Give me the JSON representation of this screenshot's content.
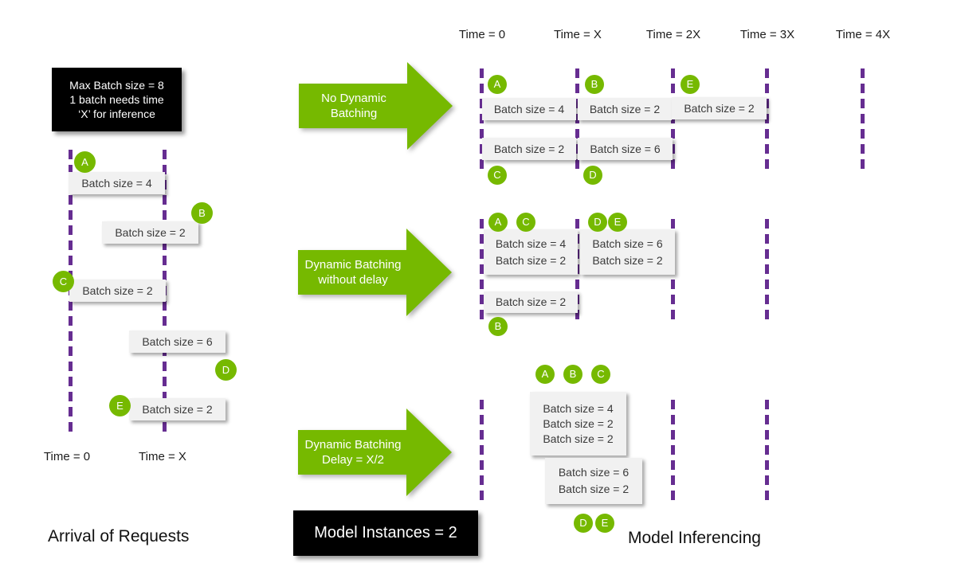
{
  "colors": {
    "nvidia_green": "#76B900",
    "timeline_purple": "#662D91",
    "batch_box_gray": "#F1F1F1",
    "info_box_black": "#000000"
  },
  "left_panel": {
    "info_box": {
      "line1": "Max Batch size = 8",
      "line2": "1 batch needs time",
      "line3": "‘X’ for inference"
    },
    "time_labels": {
      "t0": "Time = 0",
      "tx": "Time = X"
    },
    "title": "Arrival of Requests",
    "requests": [
      {
        "id": "A",
        "label": "Batch size = 4"
      },
      {
        "id": "B",
        "label": "Batch size = 2"
      },
      {
        "id": "C",
        "label": "Batch size = 2"
      },
      {
        "id": "D",
        "label": "Batch size = 6"
      },
      {
        "id": "E",
        "label": "Batch size = 2"
      }
    ]
  },
  "arrows": [
    {
      "line1": "No Dynamic",
      "line2": "Batching"
    },
    {
      "line1": "Dynamic Batching",
      "line2": "without delay"
    },
    {
      "line1": "Dynamic Batching",
      "line2": "Delay = X/2"
    }
  ],
  "right_panel": {
    "time_labels": [
      "Time = 0",
      "Time = X",
      "Time = 2X",
      "Time = 3X",
      "Time = 4X"
    ],
    "title": "Model Inferencing",
    "model_instances_label": "Model Instances = 2",
    "no_dynamic": {
      "row1": [
        {
          "id": "A",
          "label": "Batch size = 4"
        },
        {
          "id": "B",
          "label": "Batch size = 2"
        },
        {
          "id": "E",
          "label": "Batch size = 2"
        }
      ],
      "row2": [
        {
          "id": "C",
          "label": "Batch size = 2"
        },
        {
          "id": "D",
          "label": "Batch size = 6"
        }
      ]
    },
    "no_delay": {
      "row1": [
        {
          "ids": [
            "A",
            "C"
          ],
          "line1": "Batch size = 4",
          "line2": "Batch size = 2"
        },
        {
          "ids": [
            "D",
            "E"
          ],
          "line1": "Batch size = 6",
          "line2": "Batch size = 2"
        }
      ],
      "row2": {
        "id": "B",
        "label": "Batch size = 2"
      }
    },
    "delay_x2": {
      "row1": {
        "ids": [
          "A",
          "B",
          "C"
        ],
        "line1": "Batch size = 4",
        "line2": "Batch size = 2",
        "line3": "Batch size = 2"
      },
      "row2": {
        "ids": [
          "D",
          "E"
        ],
        "line1": "Batch size = 6",
        "line2": "Batch size = 2"
      }
    }
  }
}
